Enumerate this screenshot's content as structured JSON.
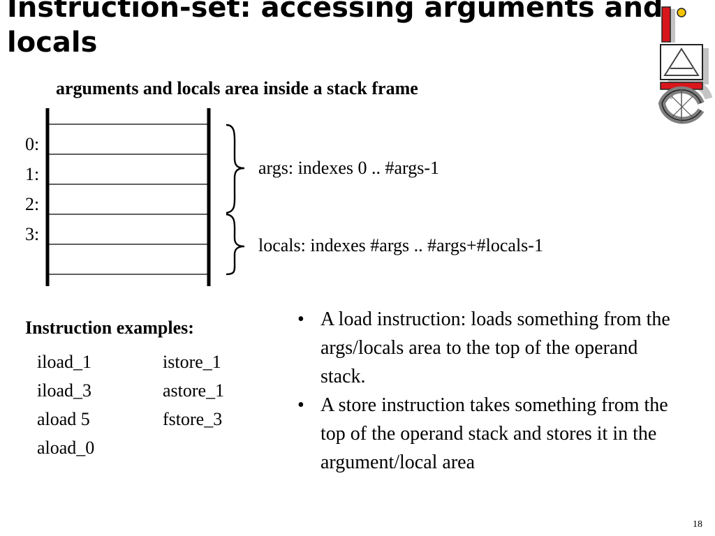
{
  "slide": {
    "title": "Instruction-set: accessing arguments and locals",
    "frame_caption": "arguments and locals area inside a stack frame",
    "index_labels": [
      "0:",
      "1:",
      "2:",
      "3:"
    ],
    "args_label": "args: indexes 0 .. #args-1",
    "locals_label": "locals: indexes #args .. #args+#locals-1",
    "examples_heading": "Instruction examples:",
    "examples": {
      "load": [
        "iload_1",
        "iload_3",
        "aload 5",
        "aload_0"
      ],
      "store": [
        "istore_1",
        "astore_1",
        "fstore_3"
      ]
    },
    "bullets": [
      "A load instruction: loads something from the args/locals area to the top of the operand stack.",
      "A store instruction takes something from the top of the operand stack and stores it in the argument/local area"
    ],
    "page_number": "18"
  },
  "colors": {
    "logo_red": "#d8161c",
    "logo_yellow": "#f5c400",
    "logo_grey": "#7f7f7f"
  },
  "icons": {
    "logo": "university-logo-icon",
    "bullet": "bullet-dot",
    "brace": "curly-brace"
  }
}
